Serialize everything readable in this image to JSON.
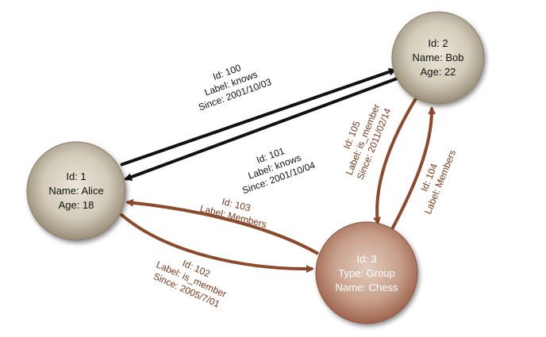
{
  "colors": {
    "knows_edge": "#111111",
    "member_edge": "#8b4a2b",
    "person_node_inner": "#e6e0d2",
    "person_node_outer": "#978c77",
    "group_node_inner": "#dcc2b2",
    "group_node_outer": "#a06650"
  },
  "nodes": {
    "alice": {
      "lines": [
        "Id: 1",
        "Name: Alice",
        "Age: 18"
      ]
    },
    "bob": {
      "lines": [
        "Id: 2",
        "Name: Bob",
        "Age: 22"
      ]
    },
    "chess": {
      "lines": [
        "Id: 3",
        "Type: Group",
        "Name: Chess"
      ]
    }
  },
  "edges": {
    "e100": {
      "lines": [
        "Id: 100",
        "Label: knows",
        "Since: 2001/10/03"
      ]
    },
    "e101": {
      "lines": [
        "Id: 101",
        "Label: knows",
        "Since: 2001/10/04"
      ]
    },
    "e102": {
      "lines": [
        "Id: 102",
        "Label: is_member",
        "Since: 2005/7/01"
      ]
    },
    "e103": {
      "lines": [
        "Id: 103",
        "Label: Members"
      ]
    },
    "e104": {
      "lines": [
        "Id: 104",
        "Label: Members"
      ]
    },
    "e105": {
      "lines": [
        "Id: 105",
        "Label: is_member",
        "Since: 2011/02/14"
      ]
    }
  }
}
